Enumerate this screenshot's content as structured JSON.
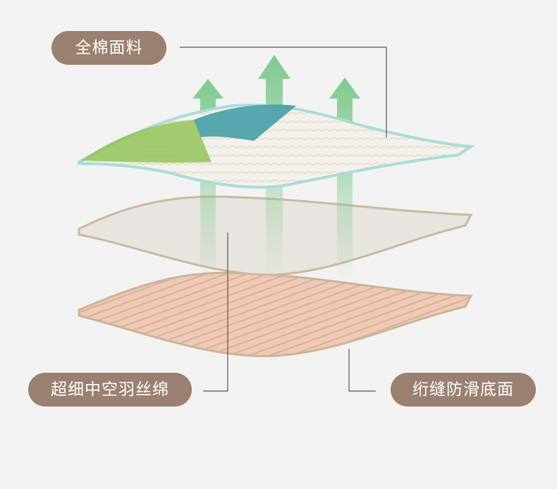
{
  "labels": {
    "top": "全棉面料",
    "middle": "超细中空羽丝绵",
    "bottom": "绗缝防滑底面"
  },
  "colors": {
    "pill": "#9a8070",
    "background": "#f2f2f2",
    "arrow": "#8fcf9c",
    "bottom_layer": "#eec8b4"
  }
}
